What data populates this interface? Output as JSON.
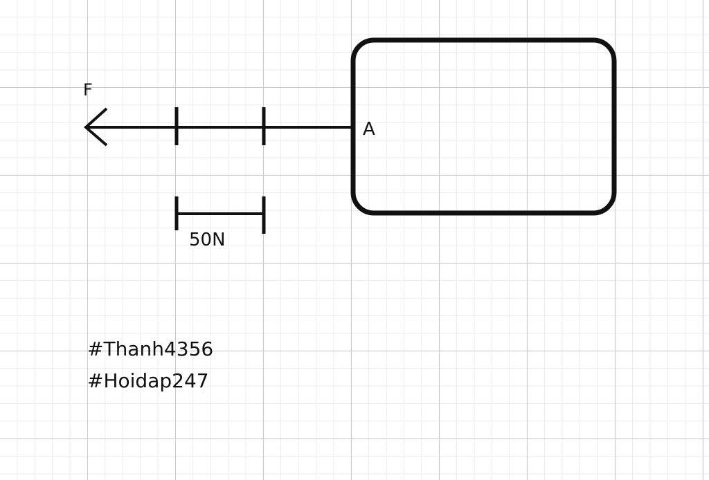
{
  "diagram": {
    "force_label": "F",
    "point_label": "A",
    "scale_label": "50N",
    "tags": [
      "#Thanh4356",
      "#Hoidap247"
    ],
    "colors": {
      "ink": "#111111",
      "grid_major": "#c9c9c9",
      "grid_minor": "#ececec"
    }
  }
}
